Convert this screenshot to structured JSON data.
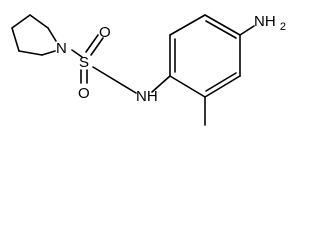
{
  "molecule": {
    "atoms": [
      {
        "id": "n_pyrrolidine",
        "symbol": "N",
        "label": "N"
      },
      {
        "id": "s_sulfonyl",
        "symbol": "S",
        "label": "S"
      },
      {
        "id": "o_upper",
        "symbol": "O",
        "label": "O"
      },
      {
        "id": "o_lower",
        "symbol": "O",
        "label": "O"
      },
      {
        "id": "nh_amide",
        "symbol": "N",
        "label": "NH"
      },
      {
        "id": "nh2_amino",
        "symbol": "N",
        "label": "NH",
        "subscript": "2"
      }
    ],
    "colors": {
      "bond": "#000000",
      "label": "#000000",
      "background": "#ffffff"
    }
  }
}
